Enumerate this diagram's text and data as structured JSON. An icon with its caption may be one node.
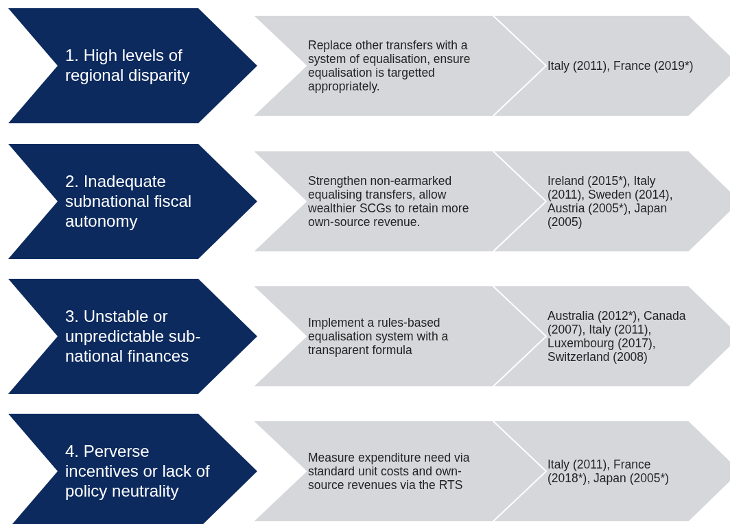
{
  "diagram": {
    "nodes": [
      {
        "text": [
          "1. High levels of regional disparity"
        ]
      },
      {
        "text": [
          "Replace other transfers with a system of equalisation, ensure equalisation is targetted appropriately."
        ]
      },
      {
        "text": [
          "Italy (2011), France (2019*)"
        ]
      },
      {
        "text": [
          "2. Inadequate subnational fiscal autonomy"
        ]
      },
      {
        "text": [
          "Strengthen non-earmarked equalising transfers, allow wealthier SCGs to retain more own-source revenue."
        ]
      },
      {
        "text": [
          "Ireland (2015*), Italy (2011), Sweden (2014), Austria (2005*), Japan (2005)"
        ]
      },
      {
        "text": [
          "3. Unstable or unpredictable sub-national finances"
        ]
      },
      {
        "text": [
          "Implement a rules-based equalisation system with a transparent formula"
        ]
      },
      {
        "text": [
          "Australia (2012*), Canada (2007), Italy (2011), Luxembourg (2017), Switzerland (2008)"
        ]
      },
      {
        "text": [
          "4. Perverse incentives or lack of policy neutrality"
        ]
      },
      {
        "text": [
          "Measure expenditure need via standard unit costs and own-source revenues via the RTS"
        ]
      },
      {
        "text": [
          "Italy (2011), France (2018*), Japan (2005*)"
        ]
      }
    ]
  }
}
